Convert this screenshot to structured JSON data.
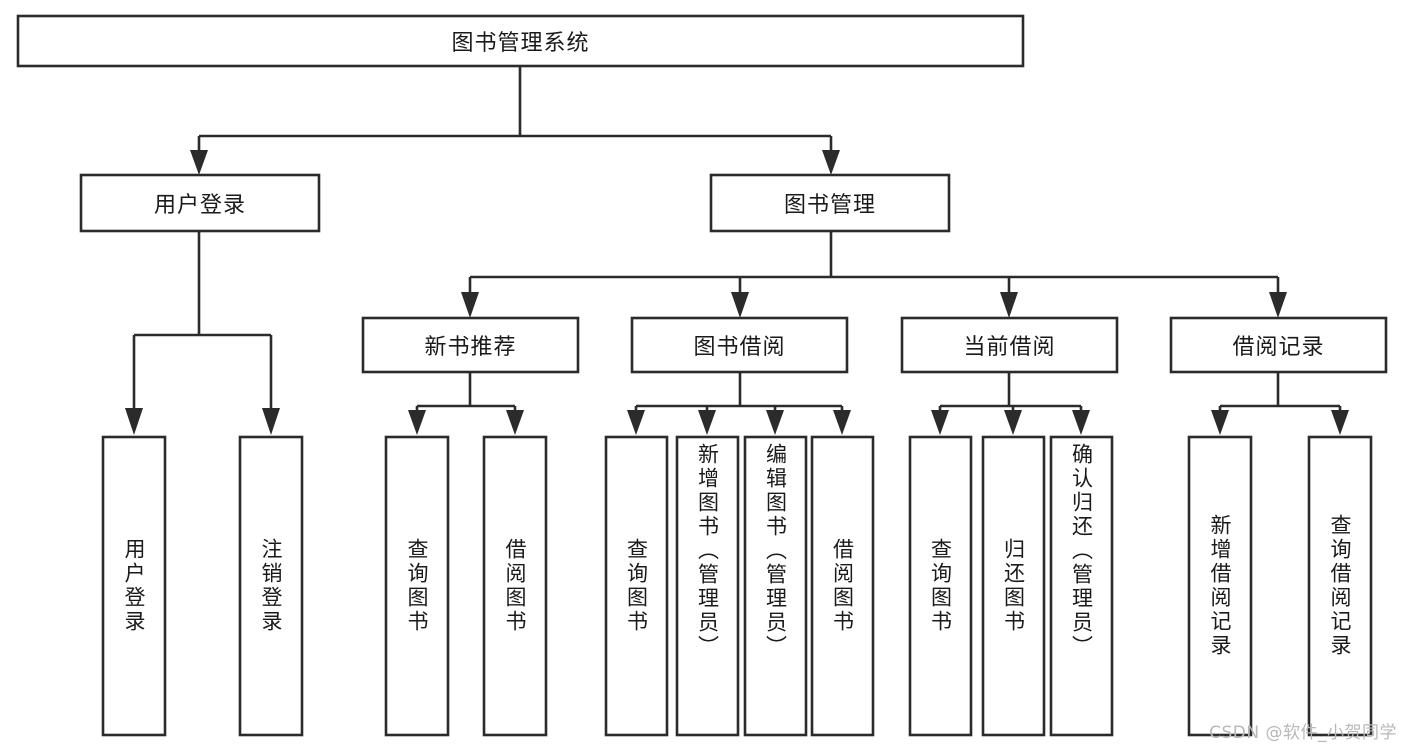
{
  "diagram": {
    "type": "tree-hierarchy",
    "title": "图书管理系统",
    "watermark": "CSDN @软件_小贺同学",
    "root": {
      "id": "root",
      "label": "图书管理系统",
      "orientation": "horizontal"
    },
    "level2": [
      {
        "id": "user-login",
        "label": "用户登录",
        "orientation": "horizontal"
      },
      {
        "id": "book-manage",
        "label": "图书管理",
        "orientation": "horizontal"
      }
    ],
    "level3": [
      {
        "id": "new-book-recommend",
        "label": "新书推荐",
        "orientation": "horizontal",
        "parent": "book-manage"
      },
      {
        "id": "book-borrow",
        "label": "图书借阅",
        "orientation": "horizontal",
        "parent": "book-manage"
      },
      {
        "id": "current-borrow",
        "label": "当前借阅",
        "orientation": "horizontal",
        "parent": "book-manage"
      },
      {
        "id": "borrow-record",
        "label": "借阅记录",
        "orientation": "horizontal",
        "parent": "book-manage"
      }
    ],
    "leaves": [
      {
        "id": "leaf-user-login",
        "label": "用户登录",
        "parent": "user-login",
        "align": "center"
      },
      {
        "id": "leaf-logout",
        "label": "注销登录",
        "parent": "user-login",
        "align": "center"
      },
      {
        "id": "leaf-query-book-1",
        "label": "查询图书",
        "parent": "new-book-recommend",
        "align": "center"
      },
      {
        "id": "leaf-borrow-book-1",
        "label": "借阅图书",
        "parent": "new-book-recommend",
        "align": "center"
      },
      {
        "id": "leaf-query-book-2",
        "label": "查询图书",
        "parent": "book-borrow",
        "align": "center"
      },
      {
        "id": "leaf-add-book",
        "label": "新增图书（管理员）",
        "parent": "book-borrow",
        "align": "top"
      },
      {
        "id": "leaf-edit-book",
        "label": "编辑图书（管理员）",
        "parent": "book-borrow",
        "align": "top"
      },
      {
        "id": "leaf-borrow-book-2",
        "label": "借阅图书",
        "parent": "book-borrow",
        "align": "center"
      },
      {
        "id": "leaf-query-book-3",
        "label": "查询图书",
        "parent": "current-borrow",
        "align": "center"
      },
      {
        "id": "leaf-return-book",
        "label": "归还图书",
        "parent": "current-borrow",
        "align": "center"
      },
      {
        "id": "leaf-confirm-return",
        "label": "确认归还（管理员）",
        "parent": "current-borrow",
        "align": "top"
      },
      {
        "id": "leaf-add-record",
        "label": "新增借阅记录",
        "parent": "borrow-record",
        "align": "center"
      },
      {
        "id": "leaf-query-record",
        "label": "查询借阅记录",
        "parent": "borrow-record",
        "align": "center"
      }
    ],
    "colors": {
      "stroke": "#2b2b2b",
      "fill": "#ffffff",
      "text": "#1a1a1a",
      "watermark": "#b8b8b8",
      "background": "#ffffff"
    }
  }
}
